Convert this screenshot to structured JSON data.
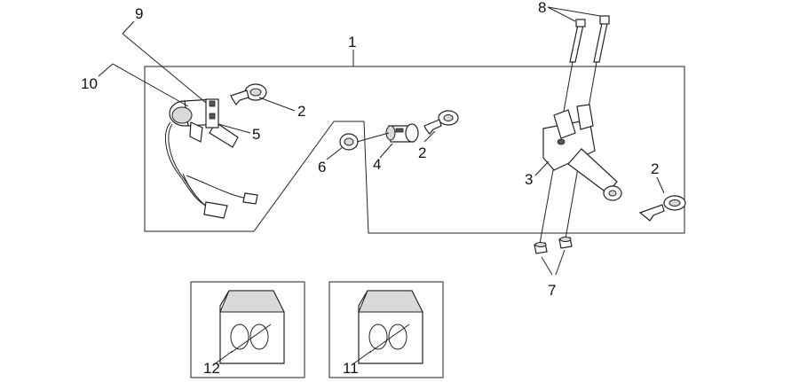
{
  "diagram": {
    "callouts": {
      "c1": "1",
      "c2a": "2",
      "c2b": "2",
      "c2c": "2",
      "c3": "3",
      "c4": "4",
      "c5": "5",
      "c6": "6",
      "c7": "7",
      "c8": "8",
      "c9": "9",
      "c10": "10",
      "c11": "11",
      "c12": "12"
    },
    "colors": {
      "line": "#222222",
      "shade": "#d9d9d9",
      "background": "#ffffff"
    }
  }
}
